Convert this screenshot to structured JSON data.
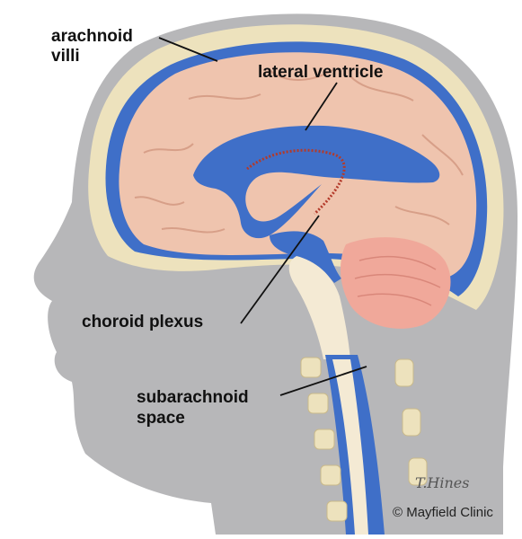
{
  "labels": {
    "arachnoid_villi_line1": "arachnoid",
    "arachnoid_villi_line2": "villi",
    "lateral_ventricle": "lateral ventricle",
    "choroid_plexus": "choroid plexus",
    "subarachnoid_line1": "subarachnoid",
    "subarachnoid_line2": "space"
  },
  "credit": {
    "signature": "T.Hines",
    "copyright": "© Mayfield Clinic"
  },
  "colors": {
    "head": "#b7b7b9",
    "skull": "#ede2bd",
    "csf": "#3f6fc8",
    "brain": "#efc4ae",
    "cerebellum": "#f0a89a",
    "spine": "#f4ead4"
  }
}
